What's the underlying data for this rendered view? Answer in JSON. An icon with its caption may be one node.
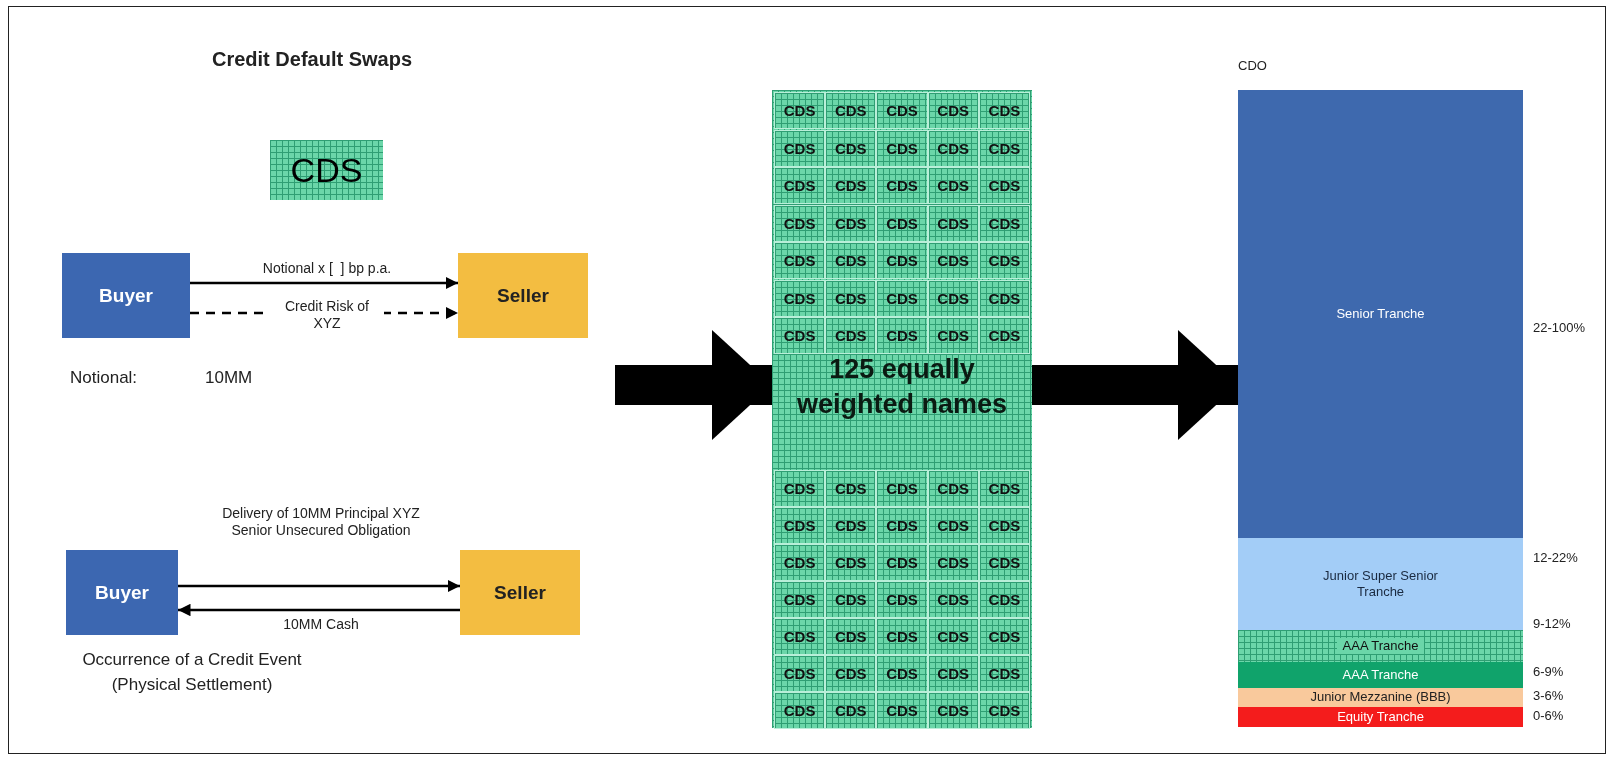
{
  "diagram": {
    "title": "Credit Default Swaps",
    "nodes": [
      {
        "text": [
          "CDS"
        ]
      },
      {
        "text": [
          "Buyer"
        ]
      },
      {
        "text": [
          "Seller"
        ]
      },
      {
        "text": [
          "Buyer"
        ]
      },
      {
        "text": [
          "Seller"
        ]
      },
      {
        "text": [
          "125 equally weighted names"
        ]
      },
      {
        "text": [
          "CDS"
        ],
        "in": 5
      },
      {
        "text": [
          "CDS"
        ],
        "in": 5
      },
      {
        "text": [
          "CDS"
        ],
        "in": 5
      },
      {
        "text": [
          "CDS"
        ],
        "in": 5
      },
      {
        "text": [
          "CDS"
        ],
        "in": 5
      },
      {
        "text": [
          "CDS"
        ],
        "in": 5
      },
      {
        "text": [
          "CDS"
        ],
        "in": 5
      },
      {
        "text": [
          "CDS"
        ],
        "in": 5
      },
      {
        "text": [
          "CDS"
        ],
        "in": 5
      },
      {
        "text": [
          "CDS"
        ],
        "in": 5
      },
      {
        "text": [
          "CDS"
        ],
        "in": 5
      },
      {
        "text": [
          "CDS"
        ],
        "in": 5
      },
      {
        "text": [
          "CDS"
        ],
        "in": 5
      },
      {
        "text": [
          "CDS"
        ],
        "in": 5
      },
      {
        "text": [
          "CDS"
        ],
        "in": 5
      },
      {
        "text": [
          "CDS"
        ],
        "in": 5
      },
      {
        "text": [
          "CDS"
        ],
        "in": 5
      },
      {
        "text": [
          "CDS"
        ],
        "in": 5
      },
      {
        "text": [
          "CDS"
        ],
        "in": 5
      },
      {
        "text": [
          "CDS"
        ],
        "in": 5
      },
      {
        "text": [
          "CDS"
        ],
        "in": 5
      },
      {
        "text": [
          "CDS"
        ],
        "in": 5
      },
      {
        "text": [
          "CDS"
        ],
        "in": 5
      },
      {
        "text": [
          "CDS"
        ],
        "in": 5
      },
      {
        "text": [
          "CDS"
        ],
        "in": 5
      },
      {
        "text": [
          "CDS"
        ],
        "in": 5
      },
      {
        "text": [
          "CDS"
        ],
        "in": 5
      },
      {
        "text": [
          "CDS"
        ],
        "in": 5
      },
      {
        "text": [
          "CDS"
        ],
        "in": 5
      },
      {
        "text": [
          "CDS"
        ],
        "in": 5
      },
      {
        "text": [
          "CDS"
        ],
        "in": 5
      },
      {
        "text": [
          "CDS"
        ],
        "in": 5
      },
      {
        "text": [
          "CDS"
        ],
        "in": 5
      },
      {
        "text": [
          "CDS"
        ],
        "in": 5
      },
      {
        "text": [
          "CDS"
        ],
        "in": 5
      },
      {
        "text": [
          "CDS"
        ],
        "in": 5
      },
      {
        "text": [
          "CDS"
        ],
        "in": 5
      },
      {
        "text": [
          "CDS"
        ],
        "in": 5
      },
      {
        "text": [
          "CDS"
        ],
        "in": 5
      },
      {
        "text": [
          "CDS"
        ],
        "in": 5
      },
      {
        "text": [
          "CDS"
        ],
        "in": 5
      },
      {
        "text": [
          "CDS"
        ],
        "in": 5
      },
      {
        "text": [
          "CDS"
        ],
        "in": 5
      },
      {
        "text": [
          "CDS"
        ],
        "in": 5
      },
      {
        "text": [
          "CDS"
        ],
        "in": 5
      },
      {
        "text": [
          "CDS"
        ],
        "in": 5
      },
      {
        "text": [
          "CDS"
        ],
        "in": 5
      },
      {
        "text": [
          "CDS"
        ],
        "in": 5
      },
      {
        "text": [
          "CDS"
        ],
        "in": 5
      },
      {
        "text": [
          "CDS"
        ],
        "in": 5
      },
      {
        "text": [
          "CDS"
        ],
        "in": 5
      },
      {
        "text": [
          "CDS"
        ],
        "in": 5
      },
      {
        "text": [
          "CDS"
        ],
        "in": 5
      },
      {
        "text": [
          "CDS"
        ],
        "in": 5
      },
      {
        "text": [
          "CDS"
        ],
        "in": 5
      },
      {
        "text": [
          "CDS"
        ],
        "in": 5
      },
      {
        "text": [
          "CDS"
        ],
        "in": 5
      },
      {
        "text": [
          "CDS"
        ],
        "in": 5
      },
      {
        "text": [
          "CDS"
        ],
        "in": 5
      },
      {
        "text": [
          "CDS"
        ],
        "in": 5
      },
      {
        "text": [
          "CDS"
        ],
        "in": 5
      },
      {
        "text": [
          "CDS"
        ],
        "in": 5
      },
      {
        "text": [
          "CDS"
        ],
        "in": 5
      },
      {
        "text": [
          "CDS"
        ],
        "in": 5
      },
      {
        "text": [
          "CDS"
        ],
        "in": 5
      },
      {
        "text": [
          "CDS"
        ],
        "in": 5
      },
      {
        "text": [
          "CDS"
        ],
        "in": 5
      },
      {
        "text": [
          "CDS"
        ],
        "in": 5
      },
      {
        "text": [
          "CDS"
        ],
        "in": 5
      },
      {
        "text": [
          "CDS"
        ],
        "in": 5
      },
      {
        "text": [
          "CDO"
        ]
      },
      {
        "text": [
          "Senior Tranche"
        ],
        "in": 76,
        "beside": [
          "22-100%"
        ]
      },
      {
        "text": [
          "Junior Super Senior Tranche"
        ],
        "in": 76,
        "beside": [
          "12-22%"
        ]
      },
      {
        "text": [
          "AAA Tranche"
        ],
        "in": 76,
        "beside": [
          "9-12%"
        ]
      },
      {
        "text": [
          "AAA Tranche"
        ],
        "in": 76,
        "beside": [
          "6-9%"
        ]
      },
      {
        "text": [
          "Junior Mezzanine (BBB)"
        ],
        "in": 76,
        "beside": [
          "3-6%"
        ]
      },
      {
        "text": [
          "Equity Tranche"
        ],
        "in": 76,
        "beside": [
          "0-6%"
        ]
      }
    ],
    "edges": [
      {
        "from": 1,
        "to": 2,
        "arrow": "to",
        "label": "Notional x [  ] bp p.a."
      },
      {
        "from": 1,
        "to": 2,
        "arrow": "to",
        "label": "Credit Risk of XYZ",
        "style": "dashed"
      },
      {
        "from": 3,
        "to": 4,
        "arrow": "to",
        "label": "Delivery of 10MM Principal XYZ Senior Unsecured Obligation"
      },
      {
        "from": 4,
        "to": 3,
        "arrow": "to",
        "label": "10MM Cash"
      },
      {
        "from": null,
        "to": 5,
        "arrow": "to",
        "style": "thick"
      },
      {
        "from": 5,
        "to": 76,
        "arrow": "to",
        "style": "thick"
      }
    ],
    "labels": [
      "Notional:",
      "10MM",
      "Occurrence of a Credit Event (Physical Settlement)"
    ]
  }
}
